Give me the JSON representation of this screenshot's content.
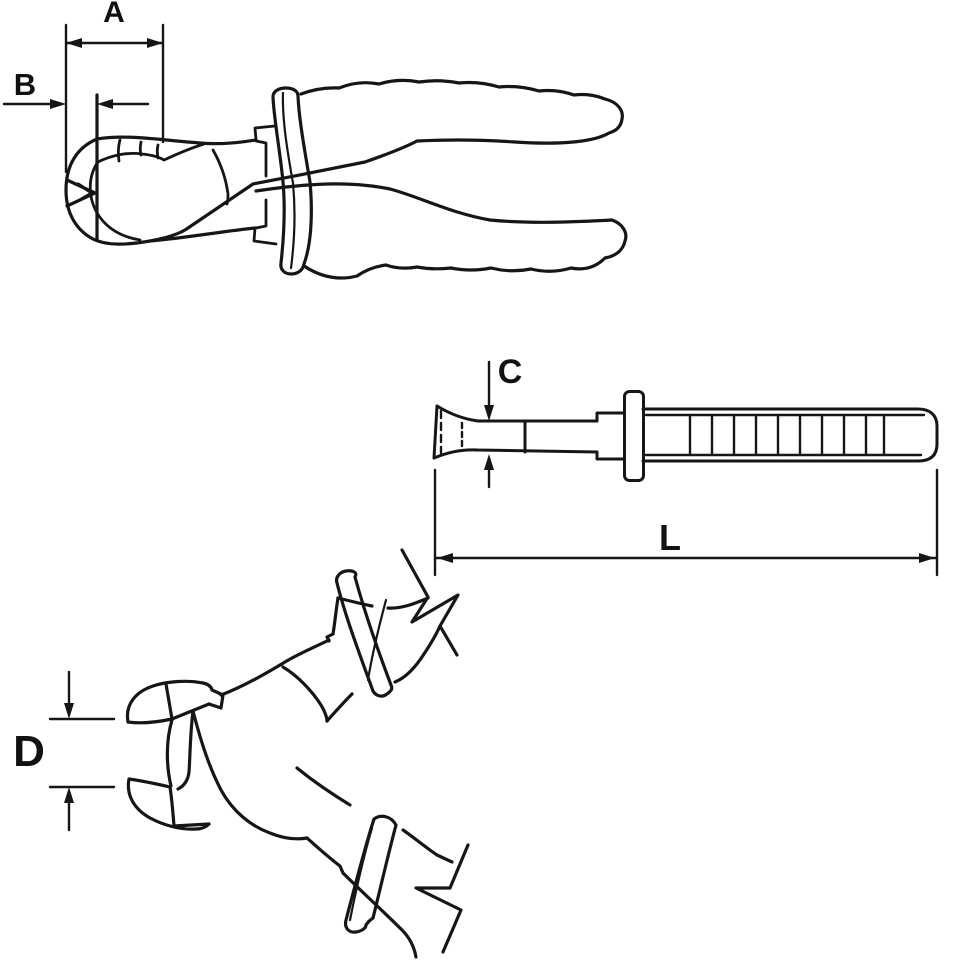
{
  "dimension_labels": {
    "a": "A",
    "b": "B",
    "c": "C",
    "d": "D",
    "l": "L"
  },
  "colors": {
    "line": "#161616",
    "background": "#ffffff"
  }
}
